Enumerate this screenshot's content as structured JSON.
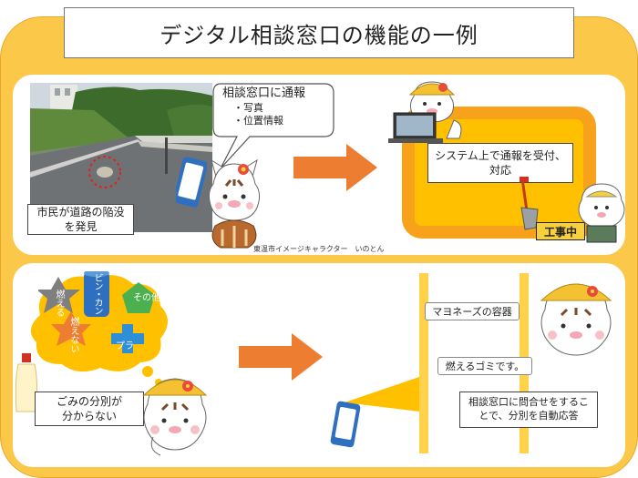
{
  "title": "デジタル相談窓口の機能の一例",
  "top": {
    "bubble_title": "相談窓口に通報",
    "bubble_items": [
      "・写真",
      "・位置情報"
    ],
    "citizen_note_line1": "市民が道路の陥没",
    "citizen_note_line2": "を発見",
    "system_note_line1": "システム上で通報を受付、",
    "system_note_line2": "対応",
    "construction_label": "工事中",
    "character_caption": "東温市イメージキャラクター　いのとん"
  },
  "bottom": {
    "shapes": {
      "burnable": "燃える",
      "cans": "ビン・カン",
      "other": "その他",
      "non_burnable": "燃えない",
      "plastic": "プラ"
    },
    "sorting_note_line1": "ごみの分別が",
    "sorting_note_line2": "分からない",
    "chat_question": "マヨネーズの容器",
    "chat_answer": "燃えるゴミです。",
    "auto_note_line1": "相談窓口に問合せをするこ",
    "auto_note_line2": "とで、分別を自動応答"
  },
  "colors": {
    "frame_yellow": "#fbc84a",
    "accent_orange": "#ed7d31",
    "panel_orange": "#f7a21a"
  }
}
